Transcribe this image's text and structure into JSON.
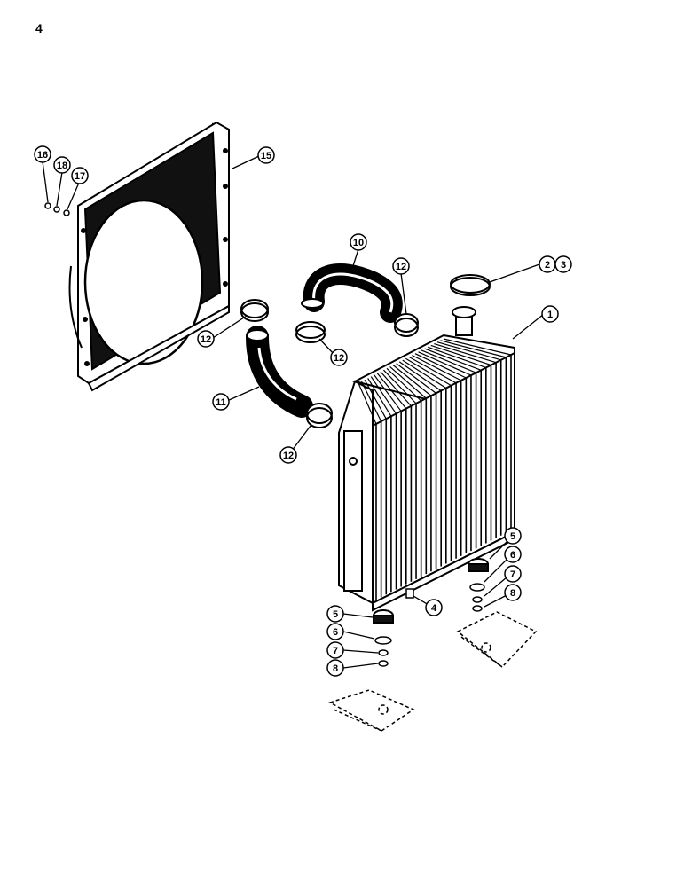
{
  "page_number": "4",
  "callouts": {
    "c1": "1",
    "c2": "2",
    "c3": "3",
    "c4": "4",
    "c5a": "5",
    "c5b": "5",
    "c6a": "6",
    "c6b": "6",
    "c7a": "7",
    "c7b": "7",
    "c8a": "8",
    "c8b": "8",
    "c10": "10",
    "c11": "11",
    "c12a": "12",
    "c12b": "12",
    "c12c": "12",
    "c12d": "12",
    "c15": "15",
    "c16": "16",
    "c17": "17",
    "c18": "18"
  },
  "colors": {
    "ink": "#000000",
    "paper": "#ffffff"
  }
}
